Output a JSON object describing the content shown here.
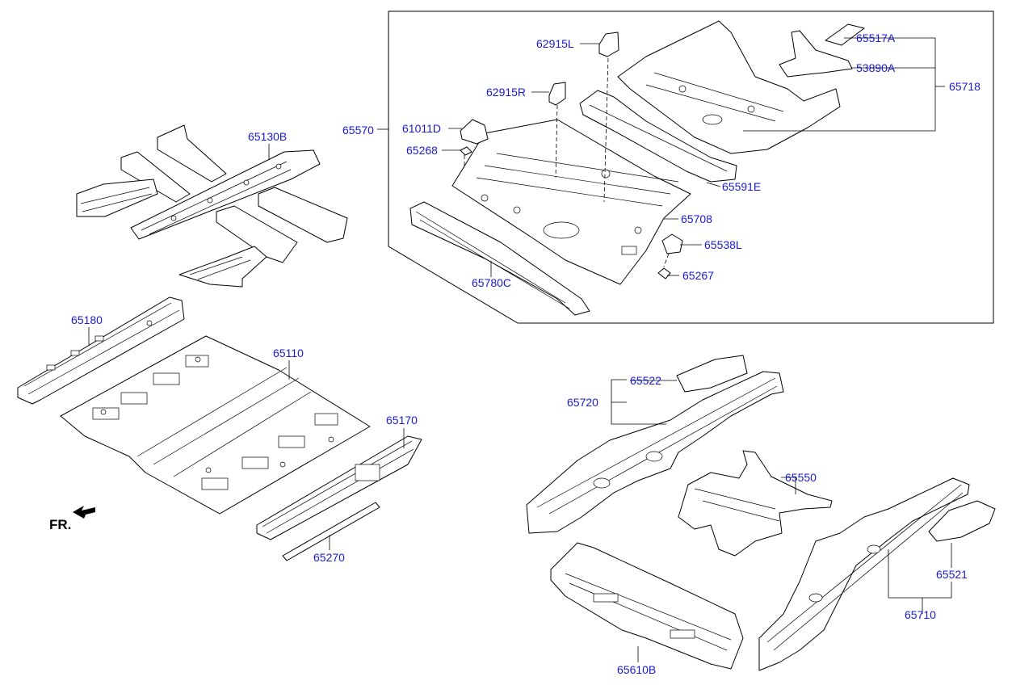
{
  "diagram": {
    "orientation_label": "FR.",
    "part_numbers": {
      "p65130B": "65130B",
      "p65180": "65180",
      "p65110": "65110",
      "p65170": "65170",
      "p65270": "65270",
      "p65570": "65570",
      "p62915L": "62915L",
      "p62915R": "62915R",
      "p61011D": "61011D",
      "p65268": "65268",
      "p65517A": "65517A",
      "p53890A": "53890A",
      "p65718": "65718",
      "p65591E": "65591E",
      "p65708": "65708",
      "p65538L": "65538L",
      "p65267": "65267",
      "p65780C": "65780C",
      "p65522": "65522",
      "p65720": "65720",
      "p65550": "65550",
      "p65610B": "65610B",
      "p65521": "65521",
      "p65710": "65710"
    }
  }
}
